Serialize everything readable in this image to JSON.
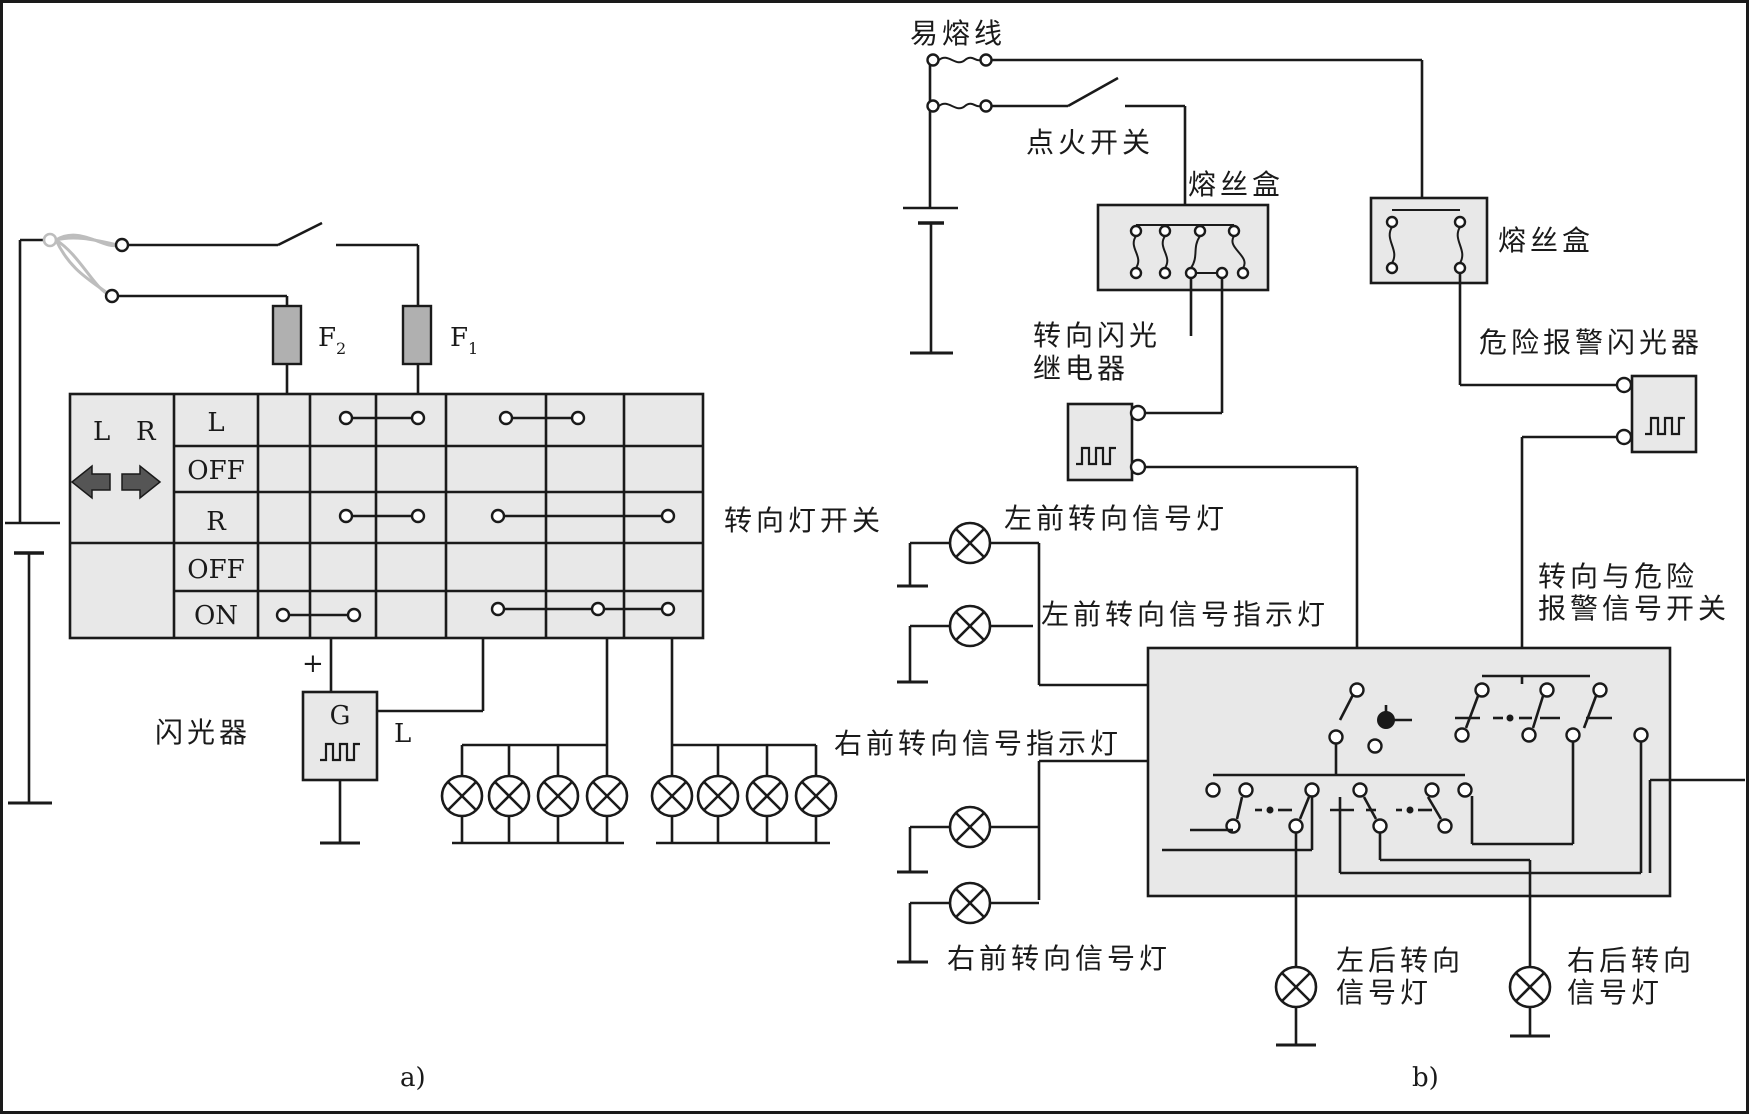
{
  "colors": {
    "ink": "#1a1a1a",
    "panel_fill": "#e8e8e8",
    "fuse_fill": "#b0b0b0",
    "wire_gray": "#bdbdbd"
  },
  "diagram_a": {
    "caption": "a)",
    "fuse_f2": {
      "letter": "F",
      "sub": "2"
    },
    "fuse_f1": {
      "letter": "F",
      "sub": "1"
    },
    "switch_L": "L",
    "switch_R": "R",
    "rows": [
      "L",
      "OFF",
      "R",
      "OFF",
      "ON"
    ],
    "turn_switch_label": "转向灯开关",
    "flasher_label": "闪光器",
    "flasher_G": "G",
    "flasher_L": "L",
    "plus": "+",
    "left_arrow_icon": "arrow-left-icon",
    "right_arrow_icon": "arrow-right-icon"
  },
  "diagram_b": {
    "caption": "b)",
    "fusible_link": "易熔线",
    "ignition_switch": "点火开关",
    "fuse_box_1": "熔丝盒",
    "fuse_box_2": "熔丝盒",
    "turn_relay_line1": "转向闪光",
    "turn_relay_line2": "继电器",
    "hazard_flasher": "危险报警闪光器",
    "lf_lamp": "左前转向信号灯",
    "lf_indicator": "左前转向信号指示灯",
    "rf_indicator": "右前转向信号指示灯",
    "rf_lamp": "右前转向信号灯",
    "switch_line1": "转向与危险",
    "switch_line2": "报警信号开关",
    "lr_line1": "左后转向",
    "lr_line2": "信号灯",
    "rr_line1": "右后转向",
    "rr_line2": "信号灯"
  }
}
